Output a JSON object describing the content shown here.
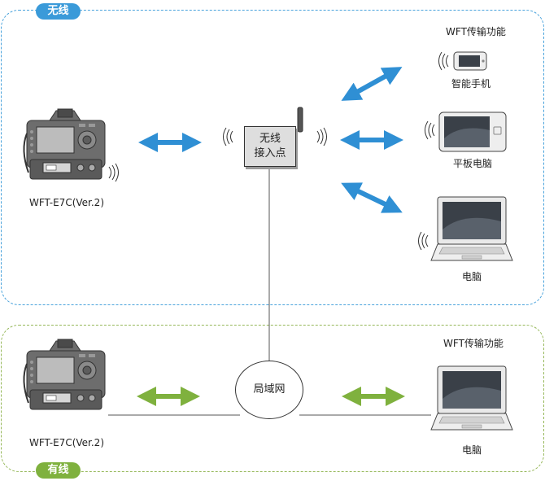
{
  "regions": {
    "wireless_label": "无线",
    "wired_label": "有线"
  },
  "wireless": {
    "camera_label": "WFT-E7C(Ver.2)",
    "ap_line1": "无线",
    "ap_line2": "接入点",
    "function_title": "WFT传输功能",
    "smartphone_label": "智能手机",
    "tablet_label": "平板电脑",
    "computer_label": "电脑"
  },
  "wired": {
    "camera_label": "WFT-E7C(Ver.2)",
    "lan_label": "局域网",
    "function_title": "WFT传输功能",
    "computer_label": "电脑"
  },
  "colors": {
    "wireless_accent": "#3a9ad9",
    "wired_accent": "#7fb13e"
  }
}
